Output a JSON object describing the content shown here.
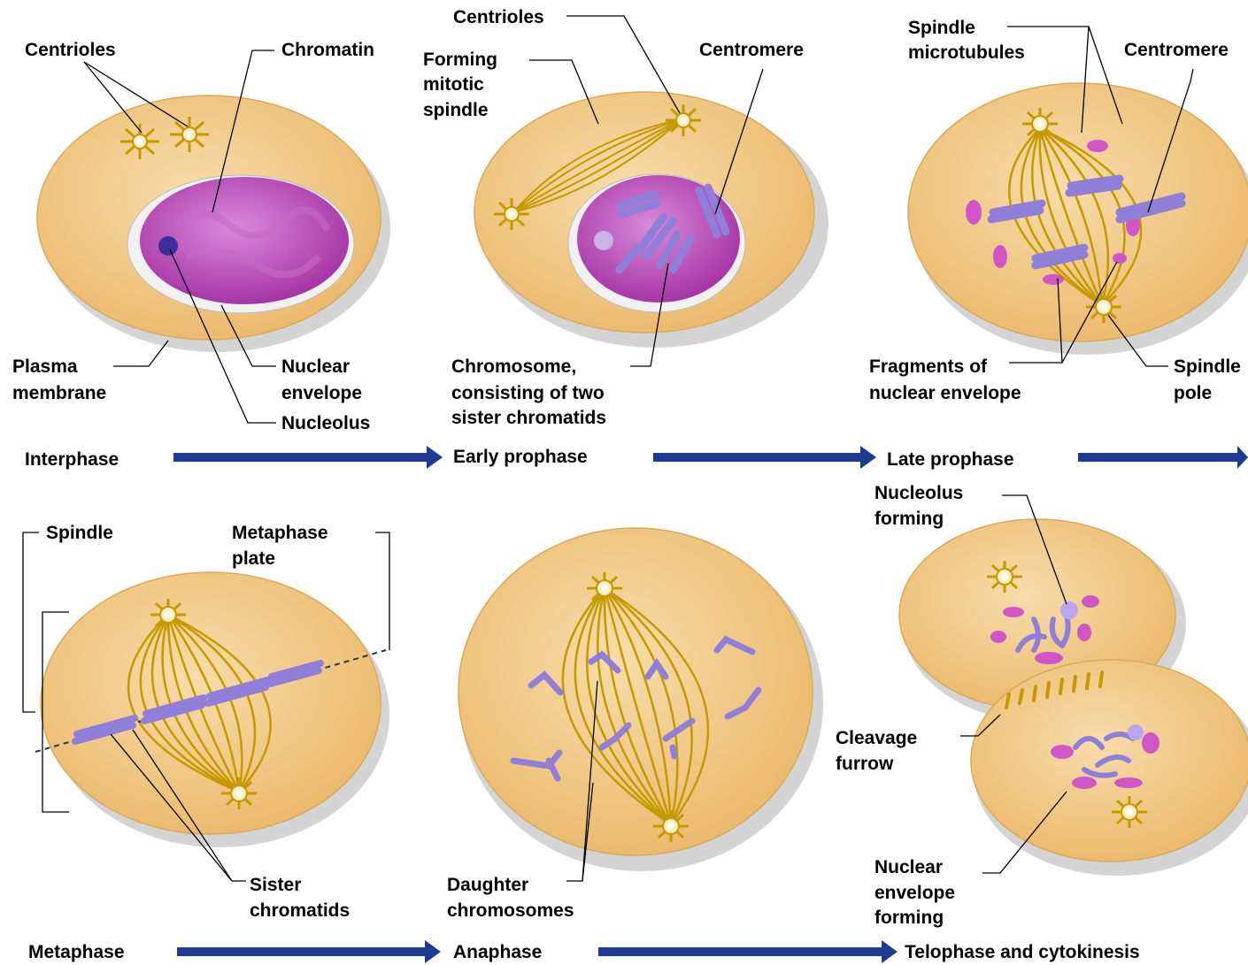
{
  "colors": {
    "cell_fill": "#f3cb86",
    "cell_edge": "#d9a95a",
    "cell_shadow": "#cfcfcf",
    "nucleus": "#b43fb4",
    "nucleus_light": "#e08fe0",
    "chromosome": "#8f7fd8",
    "fiber": "#c49a00",
    "arrow": "#1f3a93"
  },
  "panels": {
    "interphase": {
      "phase": "Interphase",
      "centrioles": "Centrioles",
      "chromatin": "Chromatin",
      "plasma_membrane": [
        "Plasma",
        "membrane"
      ],
      "nuclear_envelope": [
        "Nuclear",
        "envelope"
      ],
      "nucleolus": "Nucleolus"
    },
    "early_prophase": {
      "phase": "Early prophase",
      "centrioles": "Centrioles",
      "forming_spindle": [
        "Forming",
        "mitotic",
        "spindle"
      ],
      "centromere": "Centromere",
      "chromosome": [
        "Chromosome,",
        "consisting of two",
        "sister chromatids"
      ]
    },
    "late_prophase": {
      "phase": "Late prophase",
      "spindle_microtubules": [
        "Spindle",
        "microtubules"
      ],
      "centromere": "Centromere",
      "fragments": [
        "Fragments of",
        "nuclear envelope"
      ],
      "spindle_pole": [
        "Spindle",
        "pole"
      ]
    },
    "metaphase": {
      "phase": "Metaphase",
      "spindle": "Spindle",
      "metaphase_plate": [
        "Metaphase",
        "plate"
      ],
      "sister_chromatids": [
        "Sister",
        "chromatids"
      ]
    },
    "anaphase": {
      "phase": "Anaphase",
      "daughter_chromosomes": [
        "Daughter",
        "chromosomes"
      ]
    },
    "telophase": {
      "phase": "Telophase and cytokinesis",
      "nucleolus_forming": [
        "Nucleolus",
        "forming"
      ],
      "cleavage_furrow": [
        "Cleavage",
        "furrow"
      ],
      "nuclear_envelope_forming": [
        "Nuclear",
        "envelope",
        "forming"
      ]
    }
  }
}
